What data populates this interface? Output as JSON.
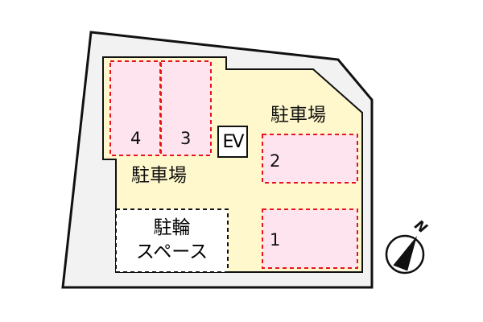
{
  "colors": {
    "site_fill": "#f2f2f2",
    "parking_fill": "#fff8cc",
    "slot_fill": "#fde4ee",
    "slot_border": "#e8141c",
    "outline": "#111111"
  },
  "labels": {
    "parking_upper": "駐車場",
    "parking_lower": "駐車場",
    "elevator": "EV",
    "bicycle_line1": "駐輪",
    "bicycle_line2": "スペース"
  },
  "slots": [
    {
      "number": "1"
    },
    {
      "number": "2"
    },
    {
      "number": "3"
    },
    {
      "number": "4"
    }
  ],
  "compass": {
    "label": "N"
  }
}
